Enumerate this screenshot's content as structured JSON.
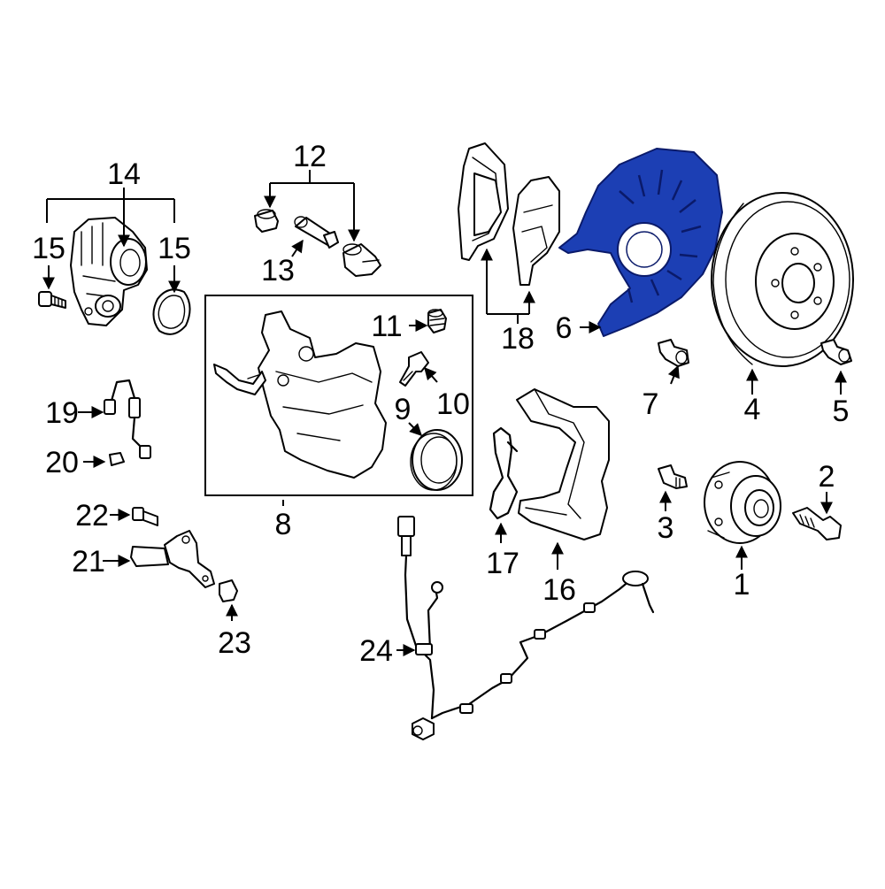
{
  "colors": {
    "highlight": "#1c3fb4",
    "line": "#000000",
    "background": "#ffffff"
  },
  "callouts": {
    "c1": "1",
    "c2": "2",
    "c3": "3",
    "c4": "4",
    "c5": "5",
    "c6": "6",
    "c7": "7",
    "c8": "8",
    "c9": "9",
    "c10": "10",
    "c11": "11",
    "c12": "12",
    "c13": "13",
    "c14": "14",
    "c15a": "15",
    "c15b": "15",
    "c16": "16",
    "c17": "17",
    "c18": "18",
    "c19": "19",
    "c20": "20",
    "c21": "21",
    "c22": "22",
    "c23": "23",
    "c24": "24"
  }
}
